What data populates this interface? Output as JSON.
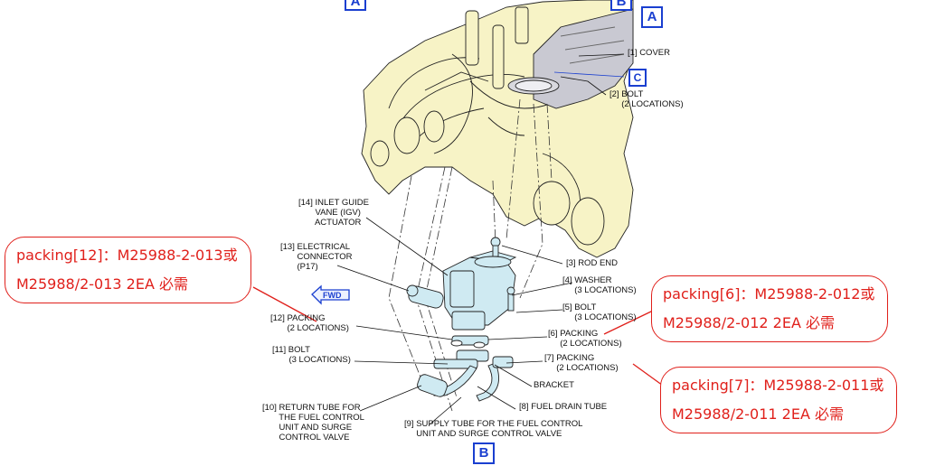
{
  "view_markers": {
    "top_a": "A",
    "top_b": "B",
    "main_a": "A",
    "c": "C",
    "bottom_b": "B"
  },
  "fwd_label": "FWD",
  "labels": {
    "cover": "[1] COVER",
    "bolt2": "[2] BOLT\n     (2 LOCATIONS)",
    "rod_end": "[3] ROD END",
    "washer": "[4] WASHER\n     (3 LOCATIONS)",
    "bolt5": "[5] BOLT\n     (3 LOCATIONS)",
    "packing6": "[6] PACKING\n     (2 LOCATIONS)",
    "packing7": "[7] PACKING\n     (2 LOCATIONS)",
    "bracket": "BRACKET",
    "fuel_drain": "[8] FUEL DRAIN TUBE",
    "supply_tube": "[9] SUPPLY TUBE FOR THE FUEL CONTROL\n     UNIT AND SURGE CONTROL VALVE",
    "return_tube": "[10] RETURN TUBE FOR\n       THE FUEL CONTROL\n       UNIT AND SURGE\n       CONTROL VALVE",
    "bolt11": "[11] BOLT\n       (3 LOCATIONS)",
    "packing12": "[12] PACKING\n       (2 LOCATIONS)",
    "connector": "[13] ELECTRICAL\n       CONNECTOR\n       (P17)",
    "igv": "[14] INLET GUIDE\n       VANE (IGV)\n       ACTUATOR"
  },
  "callouts": {
    "c12": [
      "packing[12]：M25988-2-013或",
      "M25988/2-013  2EA 必需"
    ],
    "c6": [
      "packing[6]：M25988-2-012或",
      "M25988/2-012  2EA 必需"
    ],
    "c7": [
      "packing[7]：M25988-2-011或",
      "M25988/2-011  2EA 必需"
    ]
  },
  "colors": {
    "engine_fill": "#f7f3c6",
    "shroud_fill": "#c9c9d2",
    "marker_blue": "#1a3fd0",
    "callout_red": "#e0201b"
  }
}
